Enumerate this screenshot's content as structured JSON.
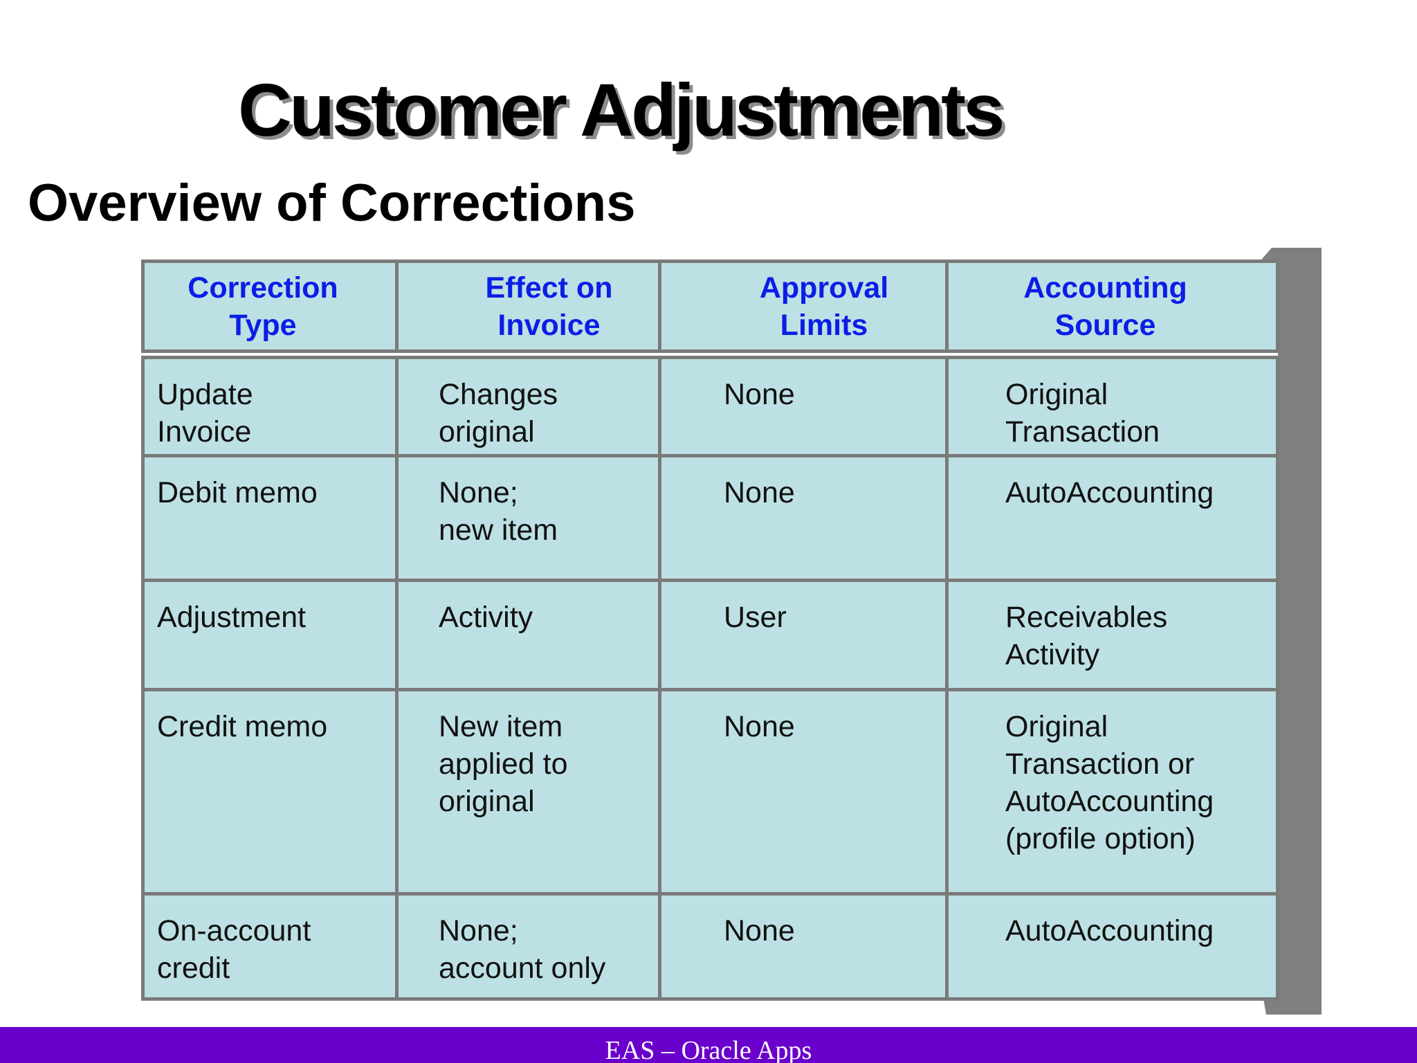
{
  "slide": {
    "title": "Customer Adjustments",
    "subtitle": "Overview of Corrections"
  },
  "table": {
    "headers": [
      "Correction\nType",
      "Effect on\nInvoice",
      "Approval\nLimits",
      "Accounting\nSource"
    ],
    "rows": [
      [
        "Update\nInvoice",
        "Changes\noriginal",
        "None",
        "Original\nTransaction"
      ],
      [
        "Debit memo",
        "None;\nnew item",
        "None",
        "AutoAccounting"
      ],
      [
        "Adjustment",
        "Activity",
        "User",
        "Receivables\nActivity"
      ],
      [
        "Credit memo",
        "New item\napplied to\noriginal",
        "None",
        "Original\nTransaction or\nAutoAccounting\n(profile option)"
      ],
      [
        "On-account\ncredit",
        "None;\naccount only",
        "None",
        "AutoAccounting"
      ]
    ],
    "colors": {
      "header_text": "#0a1ee6",
      "cell_background": "#bde0e4",
      "border": "#7a7a7a"
    }
  },
  "footer": {
    "text": "EAS – Oracle Apps",
    "background": "#6a00cc"
  }
}
